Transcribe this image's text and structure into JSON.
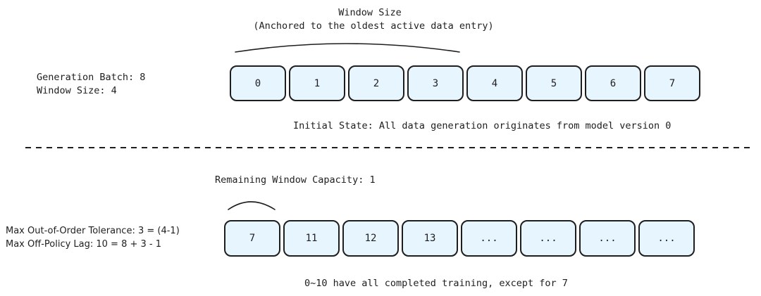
{
  "top": {
    "window_title": "Window Size",
    "window_subtitle": "(Anchored to the oldest active data entry)",
    "label_batch": "Generation Batch: 8",
    "label_window": "Window Size: 4",
    "cells": [
      "0",
      "1",
      "2",
      "3",
      "4",
      "5",
      "6",
      "7"
    ],
    "caption": "Initial State: All data generation originates from model version 0"
  },
  "bottom": {
    "remaining": "Remaining Window Capacity: 1",
    "label_tolerance": "Max Out-of-Order Tolerance: 3 = (4-1)",
    "label_lag": "Max Off-Policy Lag: 10 = 8 + 3 - 1",
    "cells": [
      "7",
      "11",
      "12",
      "13",
      "...",
      "...",
      "...",
      "..."
    ],
    "caption": "0~10 have all completed training, except for 7"
  },
  "colors": {
    "cell_fill": "#e7f5ff",
    "stroke": "#1e1e1e"
  }
}
